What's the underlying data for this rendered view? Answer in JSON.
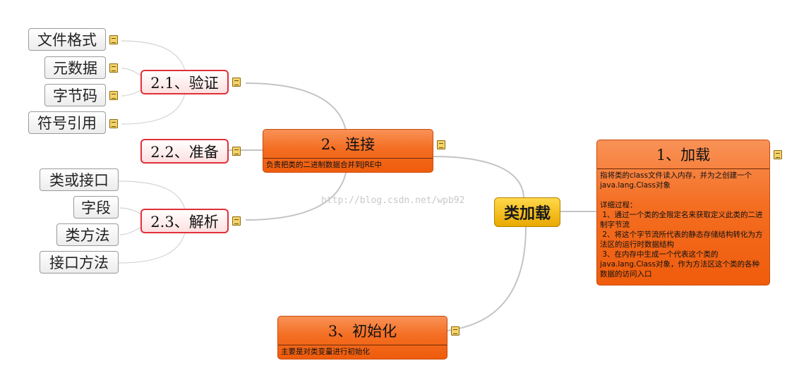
{
  "root": {
    "label": "类加载"
  },
  "load": {
    "title": "1、加载",
    "desc": "指将类的class文件读入内存，并为之创建一个java.lang.Class对象\n\n详细过程：\n 1、通过一个类的全限定名来获取定义此类的二进制字节流\n 2、将这个字节流所代表的静态存储结构转化为方法区的运行时数据结构\n 3、在内存中生成一个代表这个类的java.lang.Class对象，作为方法区这个类的各种数据的访问入口"
  },
  "link": {
    "title": "2、连接",
    "desc": "负责把类的二进制数据合并到JRE中",
    "verify": {
      "label": "2.1、验证",
      "items": [
        "文件格式",
        "元数据",
        "字节码",
        "符号引用"
      ]
    },
    "prepare": {
      "label": "2.2、准备"
    },
    "resolve": {
      "label": "2.3、解析",
      "items": [
        "类或接口",
        "字段",
        "类方法",
        "接口方法"
      ]
    }
  },
  "init": {
    "title": "3、初始化",
    "desc": "主要是对类变量进行初始化"
  },
  "watermark": "http://blog.csdn.net/wpb92"
}
